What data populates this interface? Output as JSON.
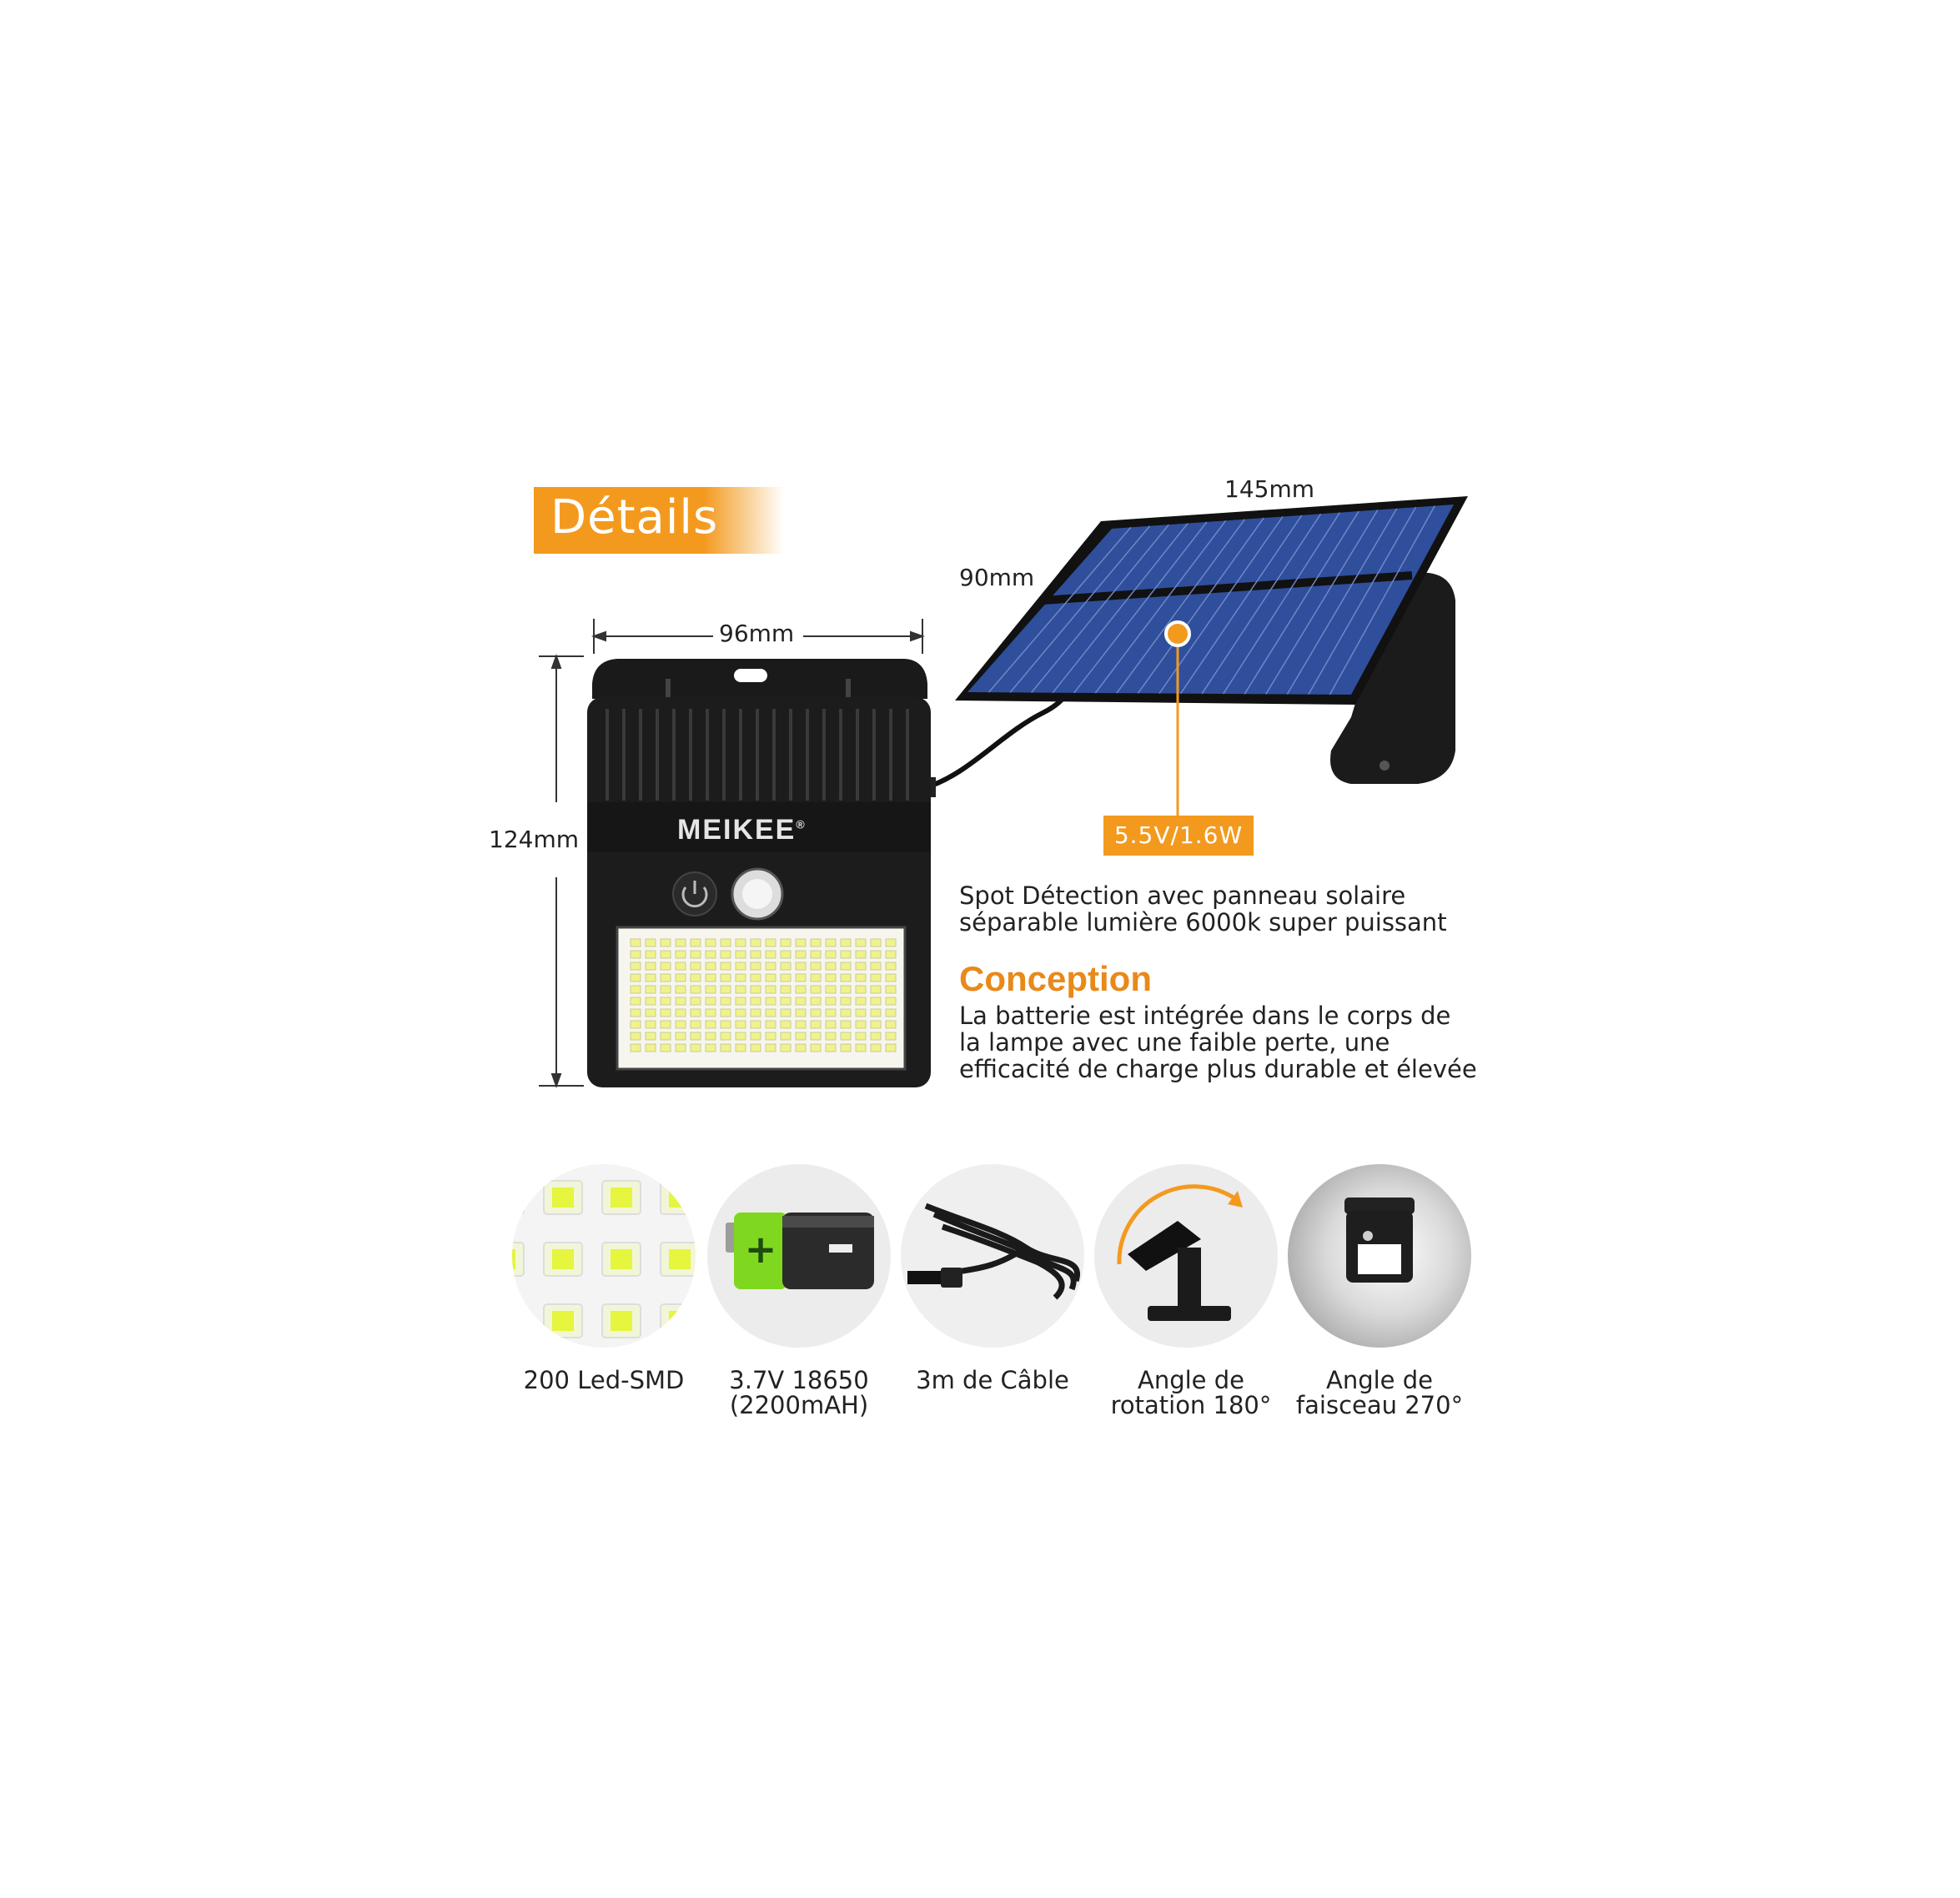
{
  "header": {
    "title": "Détails"
  },
  "dimensions": {
    "lamp_width": "96mm",
    "lamp_height": "124mm",
    "panel_width": "145mm",
    "panel_height": "90mm"
  },
  "brand": {
    "name": "MEIKEE",
    "mark": "®"
  },
  "panel_spec": "5.5V/1.6W",
  "summary": {
    "line1": "Spot Détection avec panneau solaire",
    "line2": "séparable lumière 6000k super puissant"
  },
  "conception": {
    "title": "Conception",
    "line1": "La batterie est intégrée dans le corps de",
    "line2": "la lampe avec une faible perte, une",
    "line3": "efficacité de charge plus durable et élevée"
  },
  "features": [
    {
      "icon": "led-chip-icon",
      "line1": "200 Led-SMD",
      "line2": ""
    },
    {
      "icon": "battery-icon",
      "line1": "3.7V 18650",
      "line2": "(2200mAH)"
    },
    {
      "icon": "cable-icon",
      "line1": "3m de Câble",
      "line2": ""
    },
    {
      "icon": "rotation-bracket-icon",
      "line1": "Angle de",
      "line2": "rotation 180°"
    },
    {
      "icon": "beam-angle-icon",
      "line1": "Angle de",
      "line2": "faisceau 270°"
    }
  ],
  "colors": {
    "accent": "#f39a1e",
    "title_accent": "#e8891a",
    "panel_blue": "#2f4f9c",
    "housing": "#1c1c1c"
  }
}
